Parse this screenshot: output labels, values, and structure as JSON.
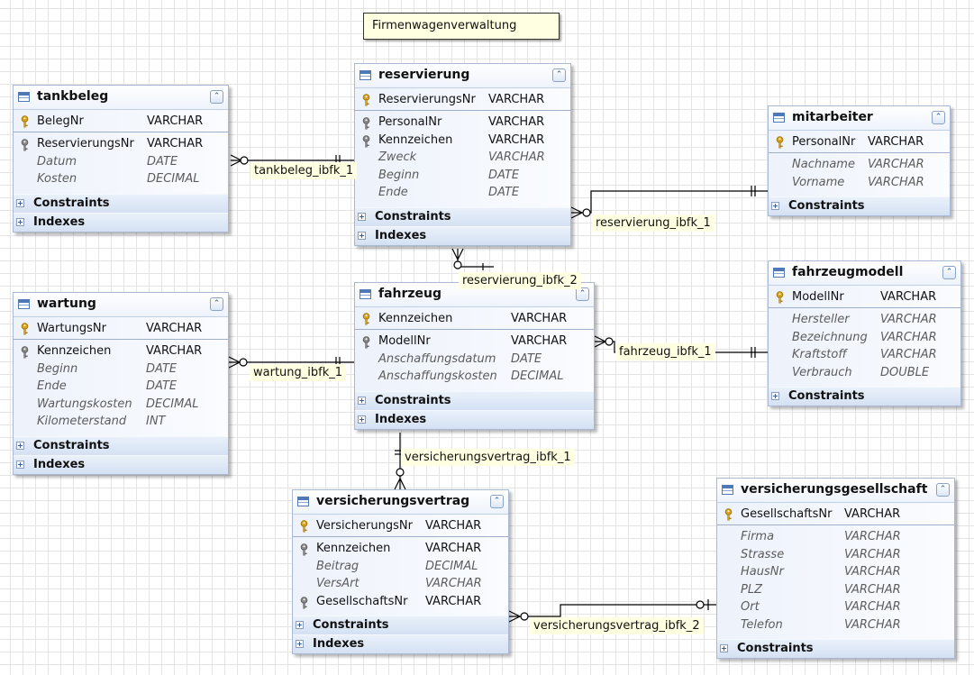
{
  "note": "Firmenwagenverwaltung",
  "sections": {
    "constraints": "Constraints",
    "indexes": "Indexes"
  },
  "colors": {
    "line": "#000000",
    "header_bg": "#ffffff",
    "body_bg": "#dde8f6",
    "note_bg": "#ffffe1",
    "grid": "#e4e4e4"
  },
  "entities": {
    "tankbeleg": {
      "title": "tankbeleg",
      "fields": [
        {
          "name": "BelegNr",
          "type": "VARCHAR",
          "key": "primary"
        },
        {
          "name": "ReservierungsNr",
          "type": "VARCHAR",
          "key": "foreign"
        },
        {
          "name": "Datum",
          "type": "DATE",
          "key": "none"
        },
        {
          "name": "Kosten",
          "type": "DECIMAL",
          "key": "none"
        }
      ]
    },
    "reservierung": {
      "title": "reservierung",
      "fields": [
        {
          "name": "ReservierungsNr",
          "type": "VARCHAR",
          "key": "primary"
        },
        {
          "name": "PersonalNr",
          "type": "VARCHAR",
          "key": "foreign"
        },
        {
          "name": "Kennzeichen",
          "type": "VARCHAR",
          "key": "foreign"
        },
        {
          "name": "Zweck",
          "type": "VARCHAR",
          "key": "none"
        },
        {
          "name": "Beginn",
          "type": "DATE",
          "key": "none"
        },
        {
          "name": "Ende",
          "type": "DATE",
          "key": "none"
        }
      ]
    },
    "mitarbeiter": {
      "title": "mitarbeiter",
      "fields": [
        {
          "name": "PersonalNr",
          "type": "VARCHAR",
          "key": "primary"
        },
        {
          "name": "Nachname",
          "type": "VARCHAR",
          "key": "none"
        },
        {
          "name": "Vorname",
          "type": "VARCHAR",
          "key": "none"
        }
      ]
    },
    "wartung": {
      "title": "wartung",
      "fields": [
        {
          "name": "WartungsNr",
          "type": "VARCHAR",
          "key": "primary"
        },
        {
          "name": "Kennzeichen",
          "type": "VARCHAR",
          "key": "foreign"
        },
        {
          "name": "Beginn",
          "type": "DATE",
          "key": "none"
        },
        {
          "name": "Ende",
          "type": "DATE",
          "key": "none"
        },
        {
          "name": "Wartungskosten",
          "type": "DECIMAL",
          "key": "none"
        },
        {
          "name": "Kilometerstand",
          "type": "INT",
          "key": "none"
        }
      ]
    },
    "fahrzeug": {
      "title": "fahrzeug",
      "fields": [
        {
          "name": "Kennzeichen",
          "type": "VARCHAR",
          "key": "primary"
        },
        {
          "name": "ModellNr",
          "type": "VARCHAR",
          "key": "foreign"
        },
        {
          "name": "Anschaffungsdatum",
          "type": "DATE",
          "key": "none"
        },
        {
          "name": "Anschaffungskosten",
          "type": "DECIMAL",
          "key": "none"
        }
      ]
    },
    "fahrzeugmodell": {
      "title": "fahrzeugmodell",
      "fields": [
        {
          "name": "ModellNr",
          "type": "VARCHAR",
          "key": "primary"
        },
        {
          "name": "Hersteller",
          "type": "VARCHAR",
          "key": "none"
        },
        {
          "name": "Bezeichnung",
          "type": "VARCHAR",
          "key": "none"
        },
        {
          "name": "Kraftstoff",
          "type": "VARCHAR",
          "key": "none"
        },
        {
          "name": "Verbrauch",
          "type": "DOUBLE",
          "key": "none"
        }
      ]
    },
    "versicherungsvertrag": {
      "title": "versicherungsvertrag",
      "fields": [
        {
          "name": "VersicherungsNr",
          "type": "VARCHAR",
          "key": "primary"
        },
        {
          "name": "Kennzeichen",
          "type": "VARCHAR",
          "key": "foreign"
        },
        {
          "name": "Beitrag",
          "type": "DECIMAL",
          "key": "none"
        },
        {
          "name": "VersArt",
          "type": "VARCHAR",
          "key": "none"
        },
        {
          "name": "GesellschaftsNr",
          "type": "VARCHAR",
          "key": "foreign"
        }
      ]
    },
    "versicherungsgesellschaft": {
      "title": "versicherungsgesellschaft",
      "fields": [
        {
          "name": "GesellschaftsNr",
          "type": "VARCHAR",
          "key": "primary"
        },
        {
          "name": "Firma",
          "type": "VARCHAR",
          "key": "none"
        },
        {
          "name": "Strasse",
          "type": "VARCHAR",
          "key": "none"
        },
        {
          "name": "HausNr",
          "type": "VARCHAR",
          "key": "none"
        },
        {
          "name": "PLZ",
          "type": "VARCHAR",
          "key": "none"
        },
        {
          "name": "Ort",
          "type": "VARCHAR",
          "key": "none"
        },
        {
          "name": "Telefon",
          "type": "VARCHAR",
          "key": "none"
        }
      ]
    }
  },
  "relations": {
    "tankbeleg_reservierung": "tankbeleg_ibfk_1",
    "reservierung_mitarbeiter": "reservierung_ibfk_1",
    "reservierung_fahrzeug": "reservierung_ibfk_2",
    "wartung_fahrzeug": "wartung_ibfk_1",
    "fahrzeug_fahrzeugmodell": "fahrzeug_ibfk_1",
    "versicherungsvertrag_fahrzeug": "versicherungsvertrag_ibfk_1",
    "versicherungsvertrag_gesellschaft": "versicherungsvertrag_ibfk_2"
  }
}
